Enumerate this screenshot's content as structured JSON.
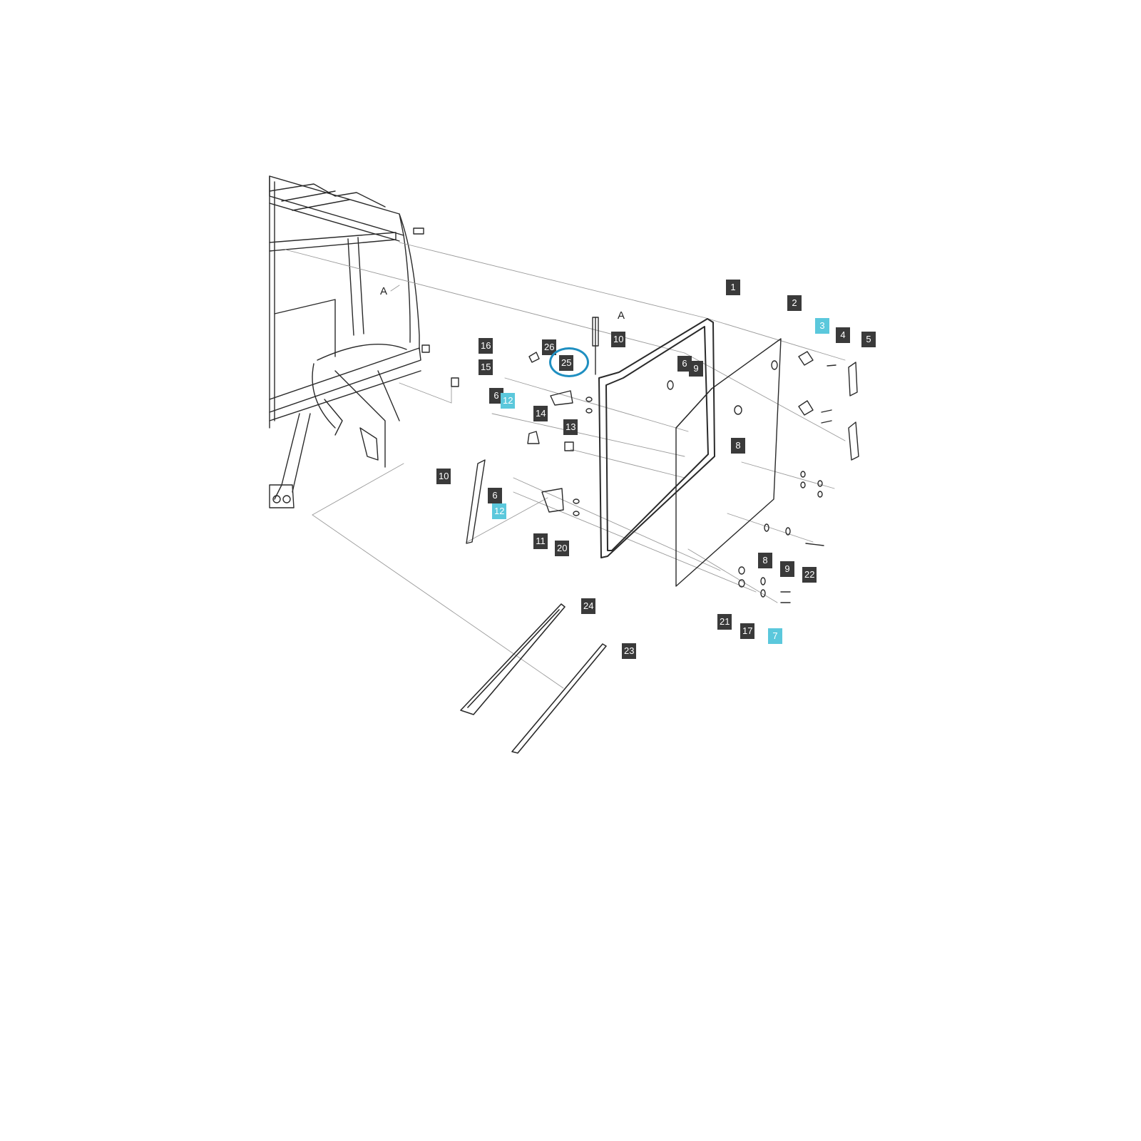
{
  "diagram": {
    "highlight_color": "#5bc8dc",
    "label_color": "#3a3a3a",
    "circle_color": "#1f8fc1",
    "callouts": [
      {
        "id": "c1",
        "text": "1"
      },
      {
        "id": "c2",
        "text": "2"
      },
      {
        "id": "c3",
        "text": "3",
        "highlight": true
      },
      {
        "id": "c4",
        "text": "4"
      },
      {
        "id": "c5",
        "text": "5"
      },
      {
        "id": "c6a",
        "text": "6"
      },
      {
        "id": "c9a",
        "text": "9"
      },
      {
        "id": "c10a",
        "text": "10"
      },
      {
        "id": "c16",
        "text": "16"
      },
      {
        "id": "c15",
        "text": "15"
      },
      {
        "id": "c26",
        "text": "26"
      },
      {
        "id": "c25",
        "text": "25",
        "circled": true
      },
      {
        "id": "c6b",
        "text": "6"
      },
      {
        "id": "c12a",
        "text": "12",
        "highlight": true
      },
      {
        "id": "c14",
        "text": "14"
      },
      {
        "id": "c13",
        "text": "13"
      },
      {
        "id": "c8a",
        "text": "8"
      },
      {
        "id": "c10b",
        "text": "10"
      },
      {
        "id": "c6c",
        "text": "6"
      },
      {
        "id": "c12b",
        "text": "12",
        "highlight": true
      },
      {
        "id": "c11",
        "text": "11"
      },
      {
        "id": "c20",
        "text": "20"
      },
      {
        "id": "c8b",
        "text": "8"
      },
      {
        "id": "c9b",
        "text": "9"
      },
      {
        "id": "c22",
        "text": "22"
      },
      {
        "id": "c21",
        "text": "21"
      },
      {
        "id": "c17",
        "text": "17"
      },
      {
        "id": "c7",
        "text": "7",
        "highlight": true
      },
      {
        "id": "c24",
        "text": "24"
      },
      {
        "id": "c23",
        "text": "23"
      }
    ],
    "ref_marks": [
      {
        "id": "ra1",
        "text": "A"
      },
      {
        "id": "ra2",
        "text": "A"
      }
    ]
  }
}
